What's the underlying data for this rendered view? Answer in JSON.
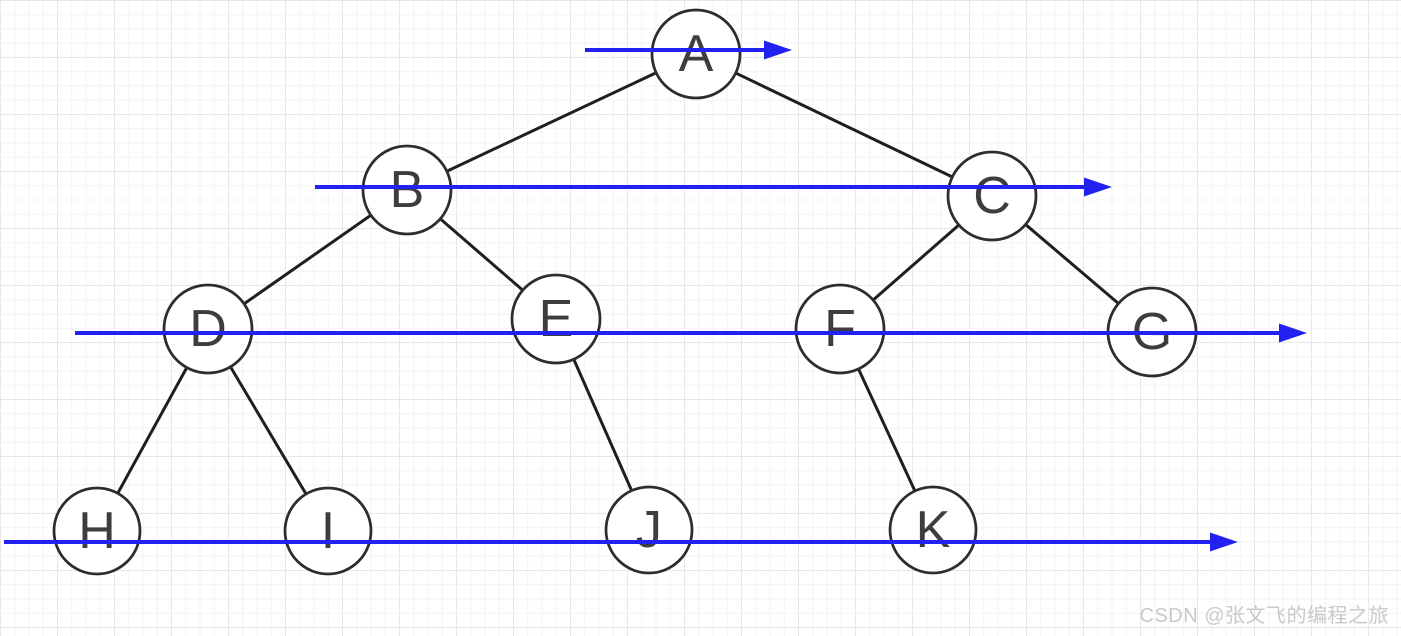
{
  "diagram": {
    "type": "binary-tree-level-order-traversal",
    "nodes": [
      {
        "id": "A",
        "label": "A",
        "level": 1
      },
      {
        "id": "B",
        "label": "B",
        "level": 2
      },
      {
        "id": "C",
        "label": "C",
        "level": 2
      },
      {
        "id": "D",
        "label": "D",
        "level": 3
      },
      {
        "id": "E",
        "label": "E",
        "level": 3
      },
      {
        "id": "F",
        "label": "F",
        "level": 3
      },
      {
        "id": "G",
        "label": "G",
        "level": 3
      },
      {
        "id": "H",
        "label": "H",
        "level": 4
      },
      {
        "id": "I",
        "label": "I",
        "level": 4
      },
      {
        "id": "J",
        "label": "J",
        "level": 4
      },
      {
        "id": "K",
        "label": "K",
        "level": 4
      }
    ],
    "edges": [
      {
        "from": "A",
        "to": "B"
      },
      {
        "from": "A",
        "to": "C"
      },
      {
        "from": "B",
        "to": "D"
      },
      {
        "from": "B",
        "to": "E"
      },
      {
        "from": "C",
        "to": "F"
      },
      {
        "from": "C",
        "to": "G"
      },
      {
        "from": "D",
        "to": "H"
      },
      {
        "from": "D",
        "to": "I"
      },
      {
        "from": "E",
        "to": "J"
      },
      {
        "from": "F",
        "to": "K"
      }
    ],
    "traversal_levels": [
      {
        "level": 1,
        "nodes": [
          "A"
        ]
      },
      {
        "level": 2,
        "nodes": [
          "B",
          "C"
        ]
      },
      {
        "level": 3,
        "nodes": [
          "D",
          "E",
          "F",
          "G"
        ]
      },
      {
        "level": 4,
        "nodes": [
          "H",
          "I",
          "J",
          "K"
        ]
      }
    ],
    "colors": {
      "arrow": "#2222f0",
      "edge": "#1f1f1f",
      "node_stroke": "#2d2d2d",
      "node_fill": "#ffffff",
      "node_label": "#3d3d3d"
    }
  },
  "watermark": {
    "text": "CSDN @张文飞的编程之旅"
  }
}
